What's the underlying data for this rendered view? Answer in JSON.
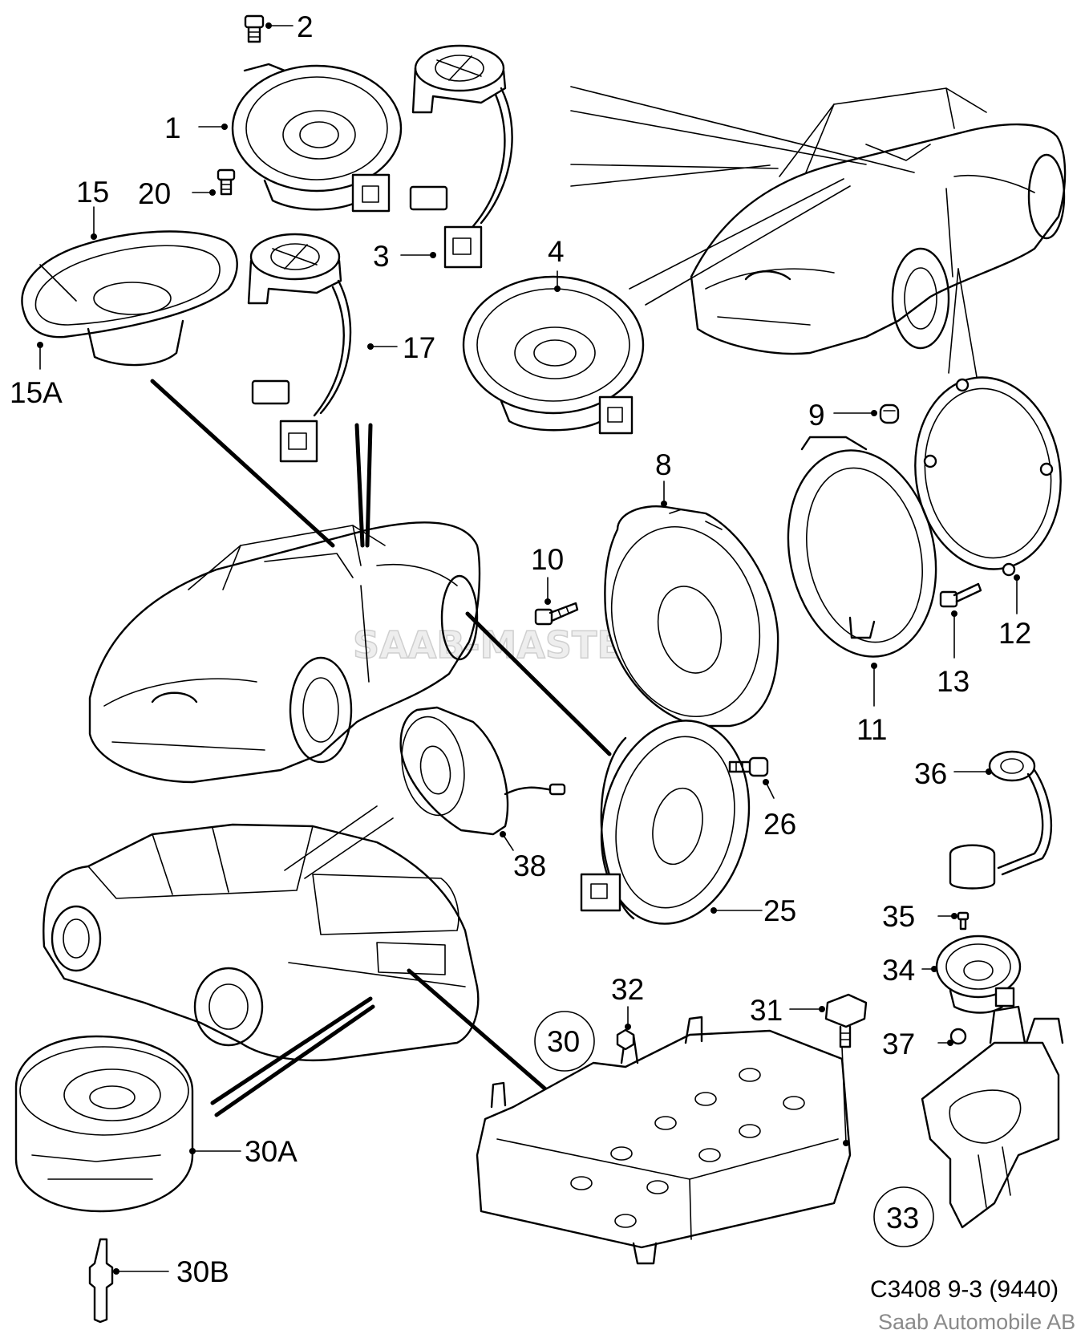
{
  "diagram": {
    "watermark": "SAAB-MASTER",
    "caption": "C3408 9-3 (9440)",
    "publisher": "Saab Automobile AB",
    "callouts": [
      {
        "id": "c1",
        "label": "1"
      },
      {
        "id": "c2",
        "label": "2"
      },
      {
        "id": "c3",
        "label": "3"
      },
      {
        "id": "c4",
        "label": "4"
      },
      {
        "id": "c8",
        "label": "8"
      },
      {
        "id": "c9",
        "label": "9"
      },
      {
        "id": "c10",
        "label": "10"
      },
      {
        "id": "c11",
        "label": "11"
      },
      {
        "id": "c12",
        "label": "12"
      },
      {
        "id": "c13",
        "label": "13"
      },
      {
        "id": "c15",
        "label": "15"
      },
      {
        "id": "c15A",
        "label": "15A"
      },
      {
        "id": "c17",
        "label": "17"
      },
      {
        "id": "c20",
        "label": "20"
      },
      {
        "id": "c25",
        "label": "25"
      },
      {
        "id": "c26",
        "label": "26"
      },
      {
        "id": "c30",
        "label": "30"
      },
      {
        "id": "c30A",
        "label": "30A"
      },
      {
        "id": "c30B",
        "label": "30B"
      },
      {
        "id": "c31",
        "label": "31"
      },
      {
        "id": "c32",
        "label": "32"
      },
      {
        "id": "c33",
        "label": "33"
      },
      {
        "id": "c34",
        "label": "34"
      },
      {
        "id": "c35",
        "label": "35"
      },
      {
        "id": "c36",
        "label": "36"
      },
      {
        "id": "c37",
        "label": "37"
      },
      {
        "id": "c38",
        "label": "38"
      }
    ]
  }
}
